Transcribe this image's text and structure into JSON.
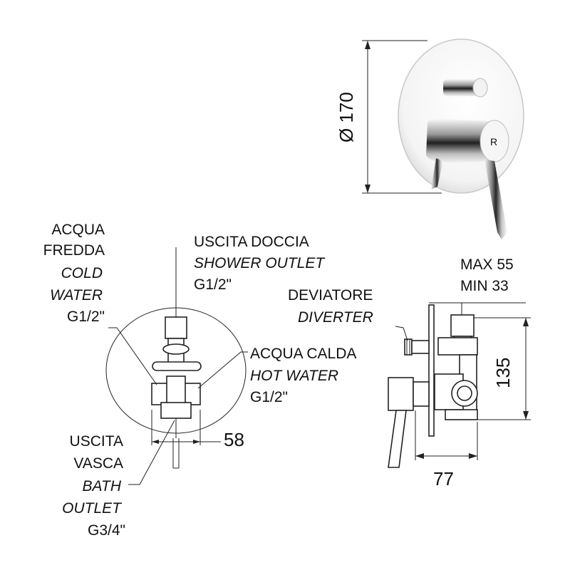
{
  "product_view": {
    "diameter_label": "Ø 170"
  },
  "front_view": {
    "cold_water": {
      "line1": "ACQUA",
      "line2": "FREDDA",
      "line3": "COLD",
      "line4": "WATER",
      "line5": "G1/2\""
    },
    "shower_outlet": {
      "line1": "USCITA DOCCIA",
      "line2": "SHOWER OUTLET",
      "line3": "G1/2\""
    },
    "hot_water": {
      "line1": "ACQUA CALDA",
      "line2": "HOT WATER",
      "line3": "G1/2\""
    },
    "bath_outlet": {
      "line1": "USCITA",
      "line2": "VASCA",
      "line3": "BATH",
      "line4": "OUTLET",
      "line5": "G3/4\""
    },
    "width_dim": "58"
  },
  "side_view": {
    "max_label": "MAX 55",
    "min_label": "MIN  33",
    "diverter": {
      "line1": "DEVIATORE",
      "line2": "DIVERTER"
    },
    "height_dim": "135",
    "depth_dim": "77"
  },
  "colors": {
    "line": "#222222",
    "chrome_dark": "#333333",
    "chrome_light": "#f4f4f4"
  }
}
